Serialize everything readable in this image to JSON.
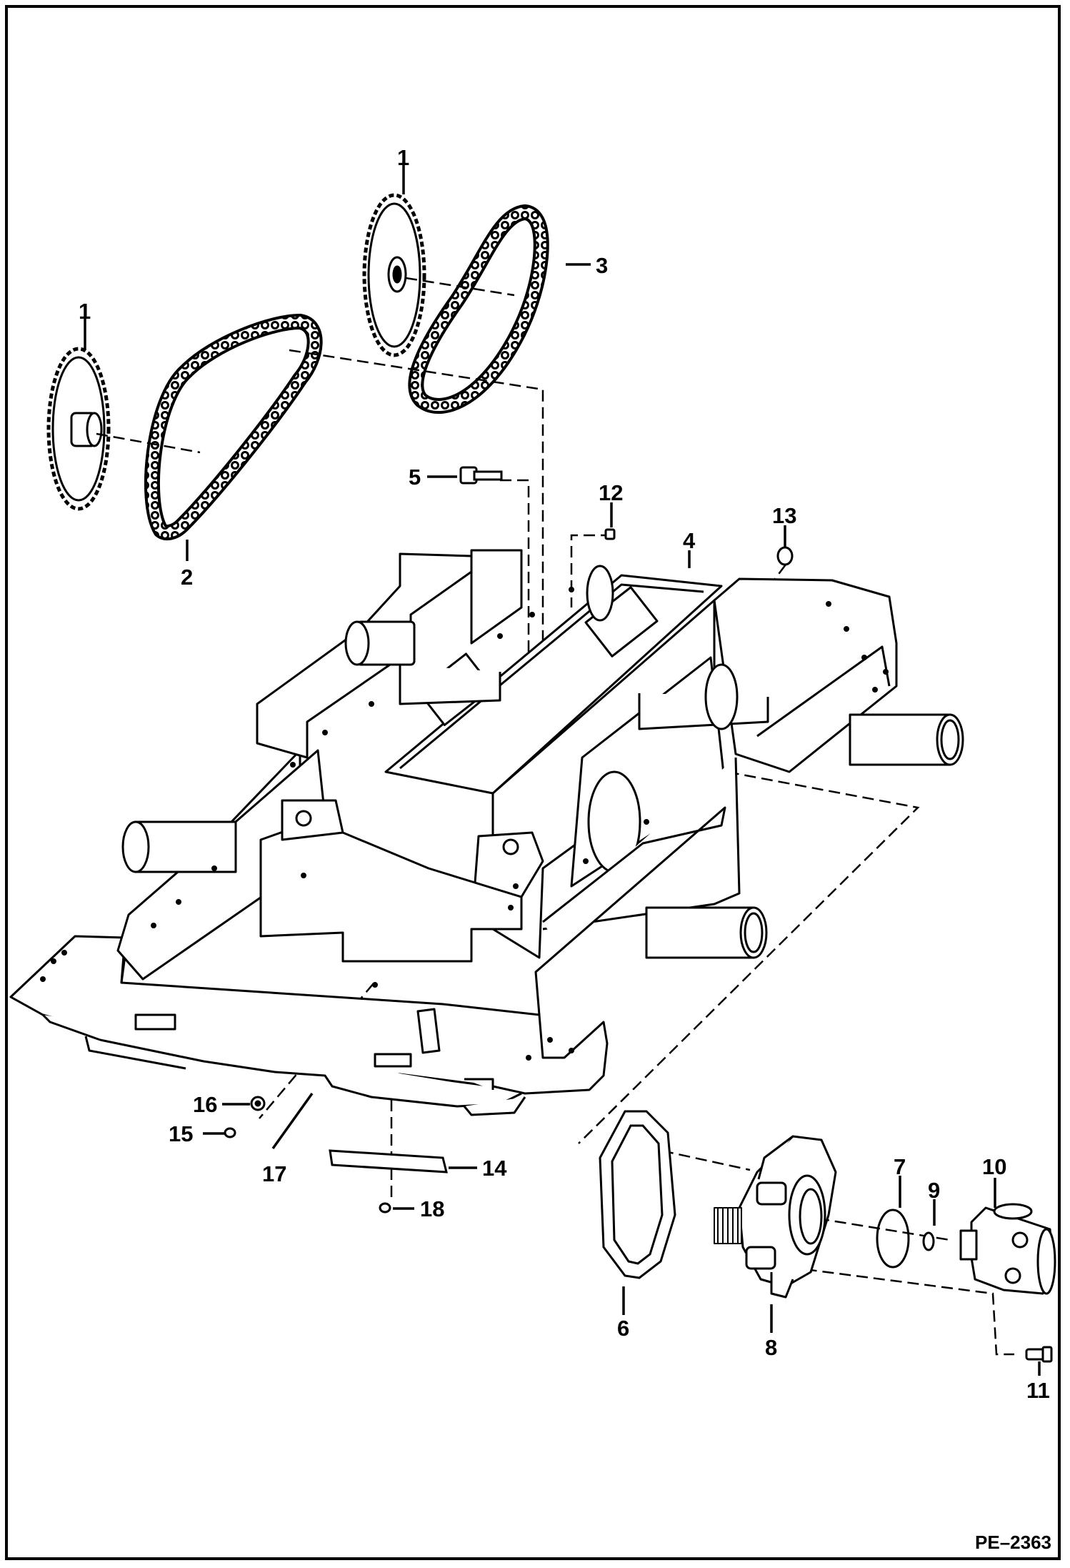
{
  "diagram": {
    "drawing_code": "PE–2363",
    "callouts": [
      {
        "id": "c1a",
        "label": "1"
      },
      {
        "id": "c1b",
        "label": "1"
      },
      {
        "id": "c2",
        "label": "2"
      },
      {
        "id": "c3",
        "label": "3"
      },
      {
        "id": "c4",
        "label": "4"
      },
      {
        "id": "c5",
        "label": "5"
      },
      {
        "id": "c6",
        "label": "6"
      },
      {
        "id": "c7",
        "label": "7"
      },
      {
        "id": "c8",
        "label": "8"
      },
      {
        "id": "c9",
        "label": "9"
      },
      {
        "id": "c10",
        "label": "10"
      },
      {
        "id": "c11",
        "label": "11"
      },
      {
        "id": "c12",
        "label": "12"
      },
      {
        "id": "c13",
        "label": "13"
      },
      {
        "id": "c14",
        "label": "14"
      },
      {
        "id": "c15",
        "label": "15"
      },
      {
        "id": "c16",
        "label": "16"
      },
      {
        "id": "c17",
        "label": "17"
      },
      {
        "id": "c18",
        "label": "18"
      }
    ]
  }
}
